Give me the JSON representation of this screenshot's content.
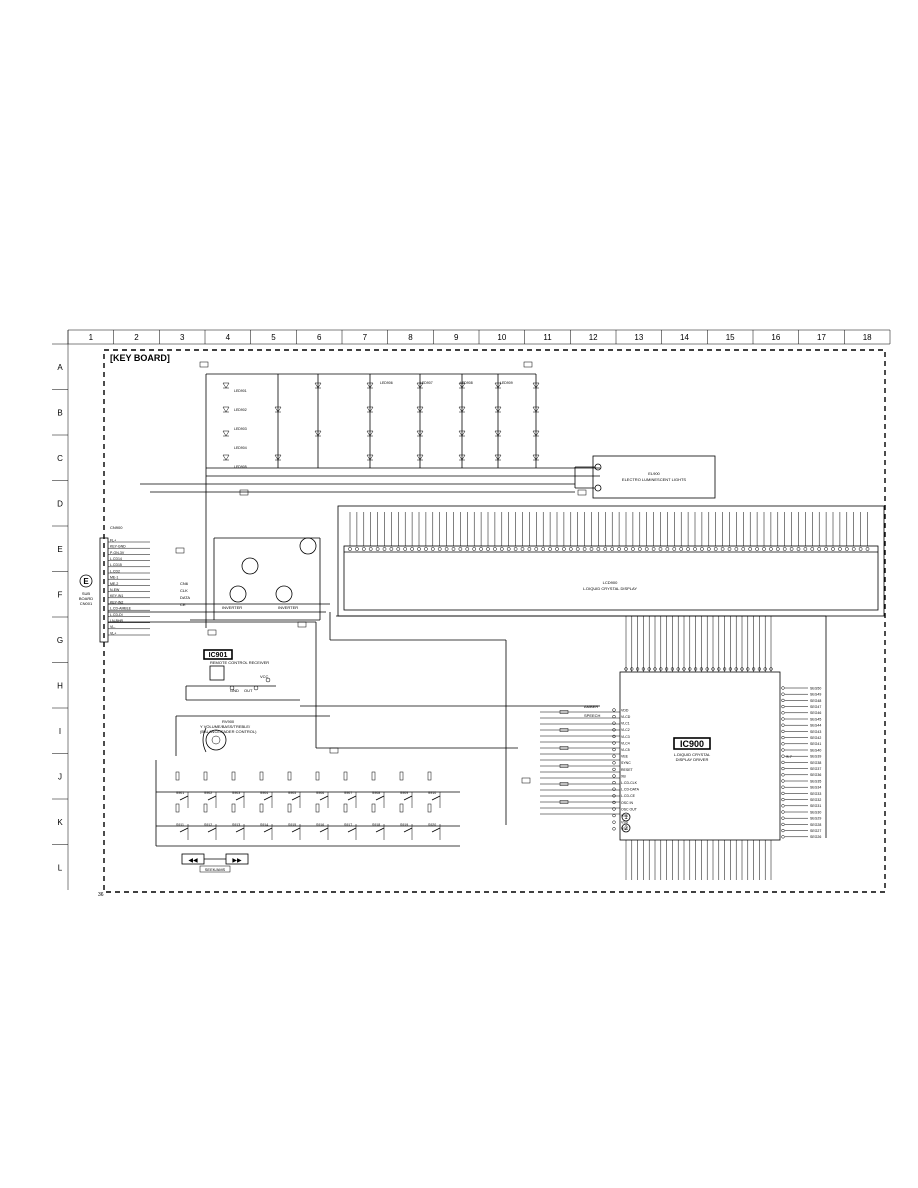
{
  "title": "[KEY BOARD]",
  "page_number": "36",
  "grid": {
    "columns": [
      "1",
      "2",
      "3",
      "4",
      "5",
      "6",
      "7",
      "8",
      "9",
      "10",
      "11",
      "12",
      "13",
      "14",
      "15",
      "16",
      "17",
      "18"
    ],
    "rows": [
      "A",
      "B",
      "C",
      "D",
      "E",
      "F",
      "G",
      "H",
      "I",
      "J",
      "K",
      "L"
    ]
  },
  "connector": {
    "ref": "CN900",
    "circle_label": "E",
    "board_lines": [
      "SUB",
      "BOARD",
      "CN001"
    ],
    "pins": [
      "FL+",
      "KEY-GND",
      "P-ON-3V",
      "L.CD14",
      "L.CD15",
      "L.CD2",
      "ME-1",
      "ME-2",
      "N-EW",
      "KEY-IN1",
      "KEY-IN2",
      "L.CD-AMBLE",
      "L.CD-DI",
      "LN-BHR",
      "VL-",
      "VL+"
    ]
  },
  "ic901": {
    "ref": "IC901",
    "desc": "REMOTE CONTROL RECEIVER",
    "pins": [
      "GND",
      "OUT",
      "VCC"
    ]
  },
  "ic900": {
    "ref": "IC900",
    "desc_lines": [
      "L.DIQUID CRYSTAL",
      "DISPLAY DRIVER"
    ],
    "left_pins": [
      "VDD",
      "VLCD",
      "VLC1",
      "VLC2",
      "VLC3",
      "VLC4",
      "VLC5",
      "VEE",
      "SYNC",
      "RESET",
      "XB",
      "L.CD-CLK",
      "L.CD-DATA",
      "L.CD-CE",
      "OSC IN",
      "OSC OUT",
      "VSS",
      "VSS",
      "VSS"
    ],
    "right_pins": [
      "SEG50",
      "SEG49",
      "SEG48",
      "SEG47",
      "SEG46",
      "SEG45",
      "SEG44",
      "SEG43",
      "SEG42",
      "SEG41",
      "SEG40",
      "SEG39",
      "SEG38",
      "SEG37",
      "SEG36",
      "SEG35",
      "SEG34",
      "SEG33",
      "SEG32",
      "SEG31",
      "SEG30",
      "SEG29",
      "SEG28",
      "SEG27",
      "SEG26"
    ]
  },
  "lcd": {
    "ref": "LCD900",
    "desc": "L.DIQUID CRYSTAL DISPLAY"
  },
  "el": {
    "ref": "EL900",
    "desc": "ELECTRO LUMINESCENT LIGHTS"
  },
  "volume": {
    "ref": "RV900",
    "desc_lines": [
      "Y VOLUME/BASS/TREBLE/",
      "(BALANCE/FADER CONTROL)"
    ]
  },
  "labels": {
    "inverter1": "INVERTER",
    "inverter2": "INVERTER",
    "amber": "AMBER",
    "speech": "SPEECH",
    "seek_group": "SEEK/AMS",
    "seek_left": "◀◀",
    "seek_right": "▶▶",
    "cn_labels": [
      "CN6",
      "CLK",
      "DATA",
      "CE"
    ],
    "osc_markers": [
      "1",
      "2"
    ],
    "ic900_note": "S.7"
  },
  "sections": {
    "top_left_leds": [
      "LED901",
      "LED902",
      "LED903",
      "LED904",
      "LED905"
    ],
    "top_mid_leds": [
      "LED906",
      "LED907",
      "LED908",
      "LED909"
    ],
    "key_switches": [
      "S901",
      "S902",
      "S903",
      "S904",
      "S905",
      "S906",
      "S907",
      "S908",
      "S909",
      "S910",
      "S911",
      "S912",
      "S913",
      "S914",
      "S915",
      "S916",
      "S917",
      "S918",
      "S919",
      "S920"
    ]
  }
}
